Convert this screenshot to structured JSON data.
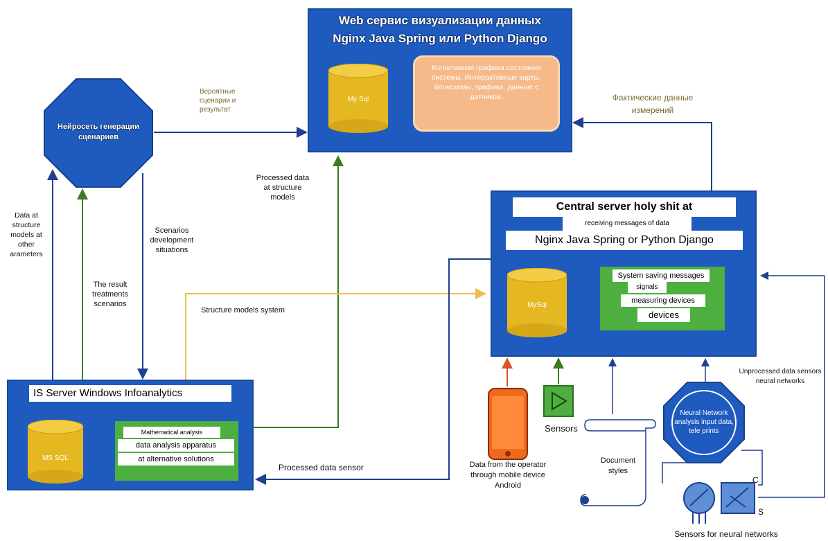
{
  "web": {
    "title1": "Web сервис визуализации данных",
    "title2": "Nginx Java Spring или Python Django",
    "db": "My Sql",
    "panel": "Когнитивная графика состояния системы. Интерактивные карты, блоксхемы, графики, данные с датчиков."
  },
  "neural_gen": {
    "label": "Нейросеть генерации сценариев"
  },
  "labels": {
    "probable": "Вероятные сценарии и результат",
    "actual": "Фактические данные измерений",
    "processed_structure": "Processed data at structure models",
    "data_structure": "Data at structure models at other arameters",
    "scenarios_dev": "Scenarios development situations",
    "result_treatments": "The result treatments scenarios",
    "structure_models": "Structure models system",
    "processed_sensor": "Processed data sensor",
    "unprocessed": "Unprocessed data sensors neural networks",
    "sensors": "Sensors",
    "sensors_nn": "Sensors for neural networks",
    "data_operator": "Data from the operator through mobile device Android",
    "document": "Document styles",
    "c_mark": "C",
    "s_mark": "S"
  },
  "central": {
    "line1": "Central server holy shit at",
    "line2": "receiving messages of data",
    "line3": "Nginx Java Spring or Python Django",
    "db": "MySql",
    "panel1": "System saving messages",
    "panel2": "signals",
    "panel3": "measuring devices",
    "panel4": "devices"
  },
  "is_server": {
    "title": "IS Server Windows Infoanalytics",
    "db": "MS SQL",
    "panel1": "Mathematical analysis",
    "panel2": "data analysis apparatus",
    "panel3": "at alternative solutions"
  },
  "nn_analysis": {
    "label": "Neural Network analysis input data, tele prints"
  },
  "colors": {
    "blue": "#1f5bbf",
    "yellow": "#e5b720",
    "green": "#4caf3f",
    "peach": "#f5b98a",
    "arrow_blue": "#1f3f8f",
    "arrow_green": "#3a7d22",
    "arrow_yellow": "#e9c04a",
    "phone": "#f06a1e"
  }
}
